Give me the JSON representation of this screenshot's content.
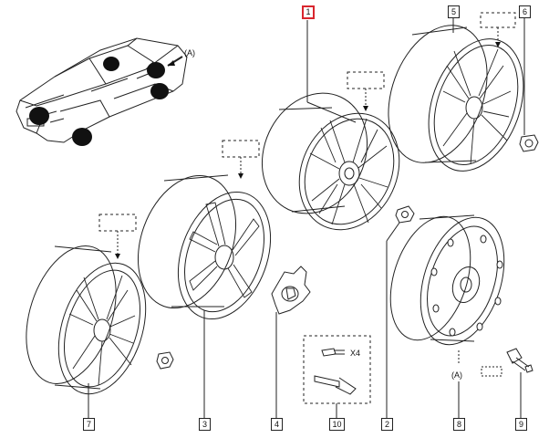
{
  "callouts": [
    {
      "id": "1",
      "highlighted": true
    },
    {
      "id": "2"
    },
    {
      "id": "3"
    },
    {
      "id": "4"
    },
    {
      "id": "5"
    },
    {
      "id": "6"
    },
    {
      "id": "7"
    },
    {
      "id": "8"
    },
    {
      "id": "9"
    },
    {
      "id": "10"
    }
  ],
  "labels": {
    "car_marker": "(A)",
    "steel_wheel_marker": "(A)",
    "bolt_quantity": "X4"
  },
  "colors": {
    "line": "#222222",
    "highlight": "#d9262e",
    "marker_fill": "#111111"
  }
}
